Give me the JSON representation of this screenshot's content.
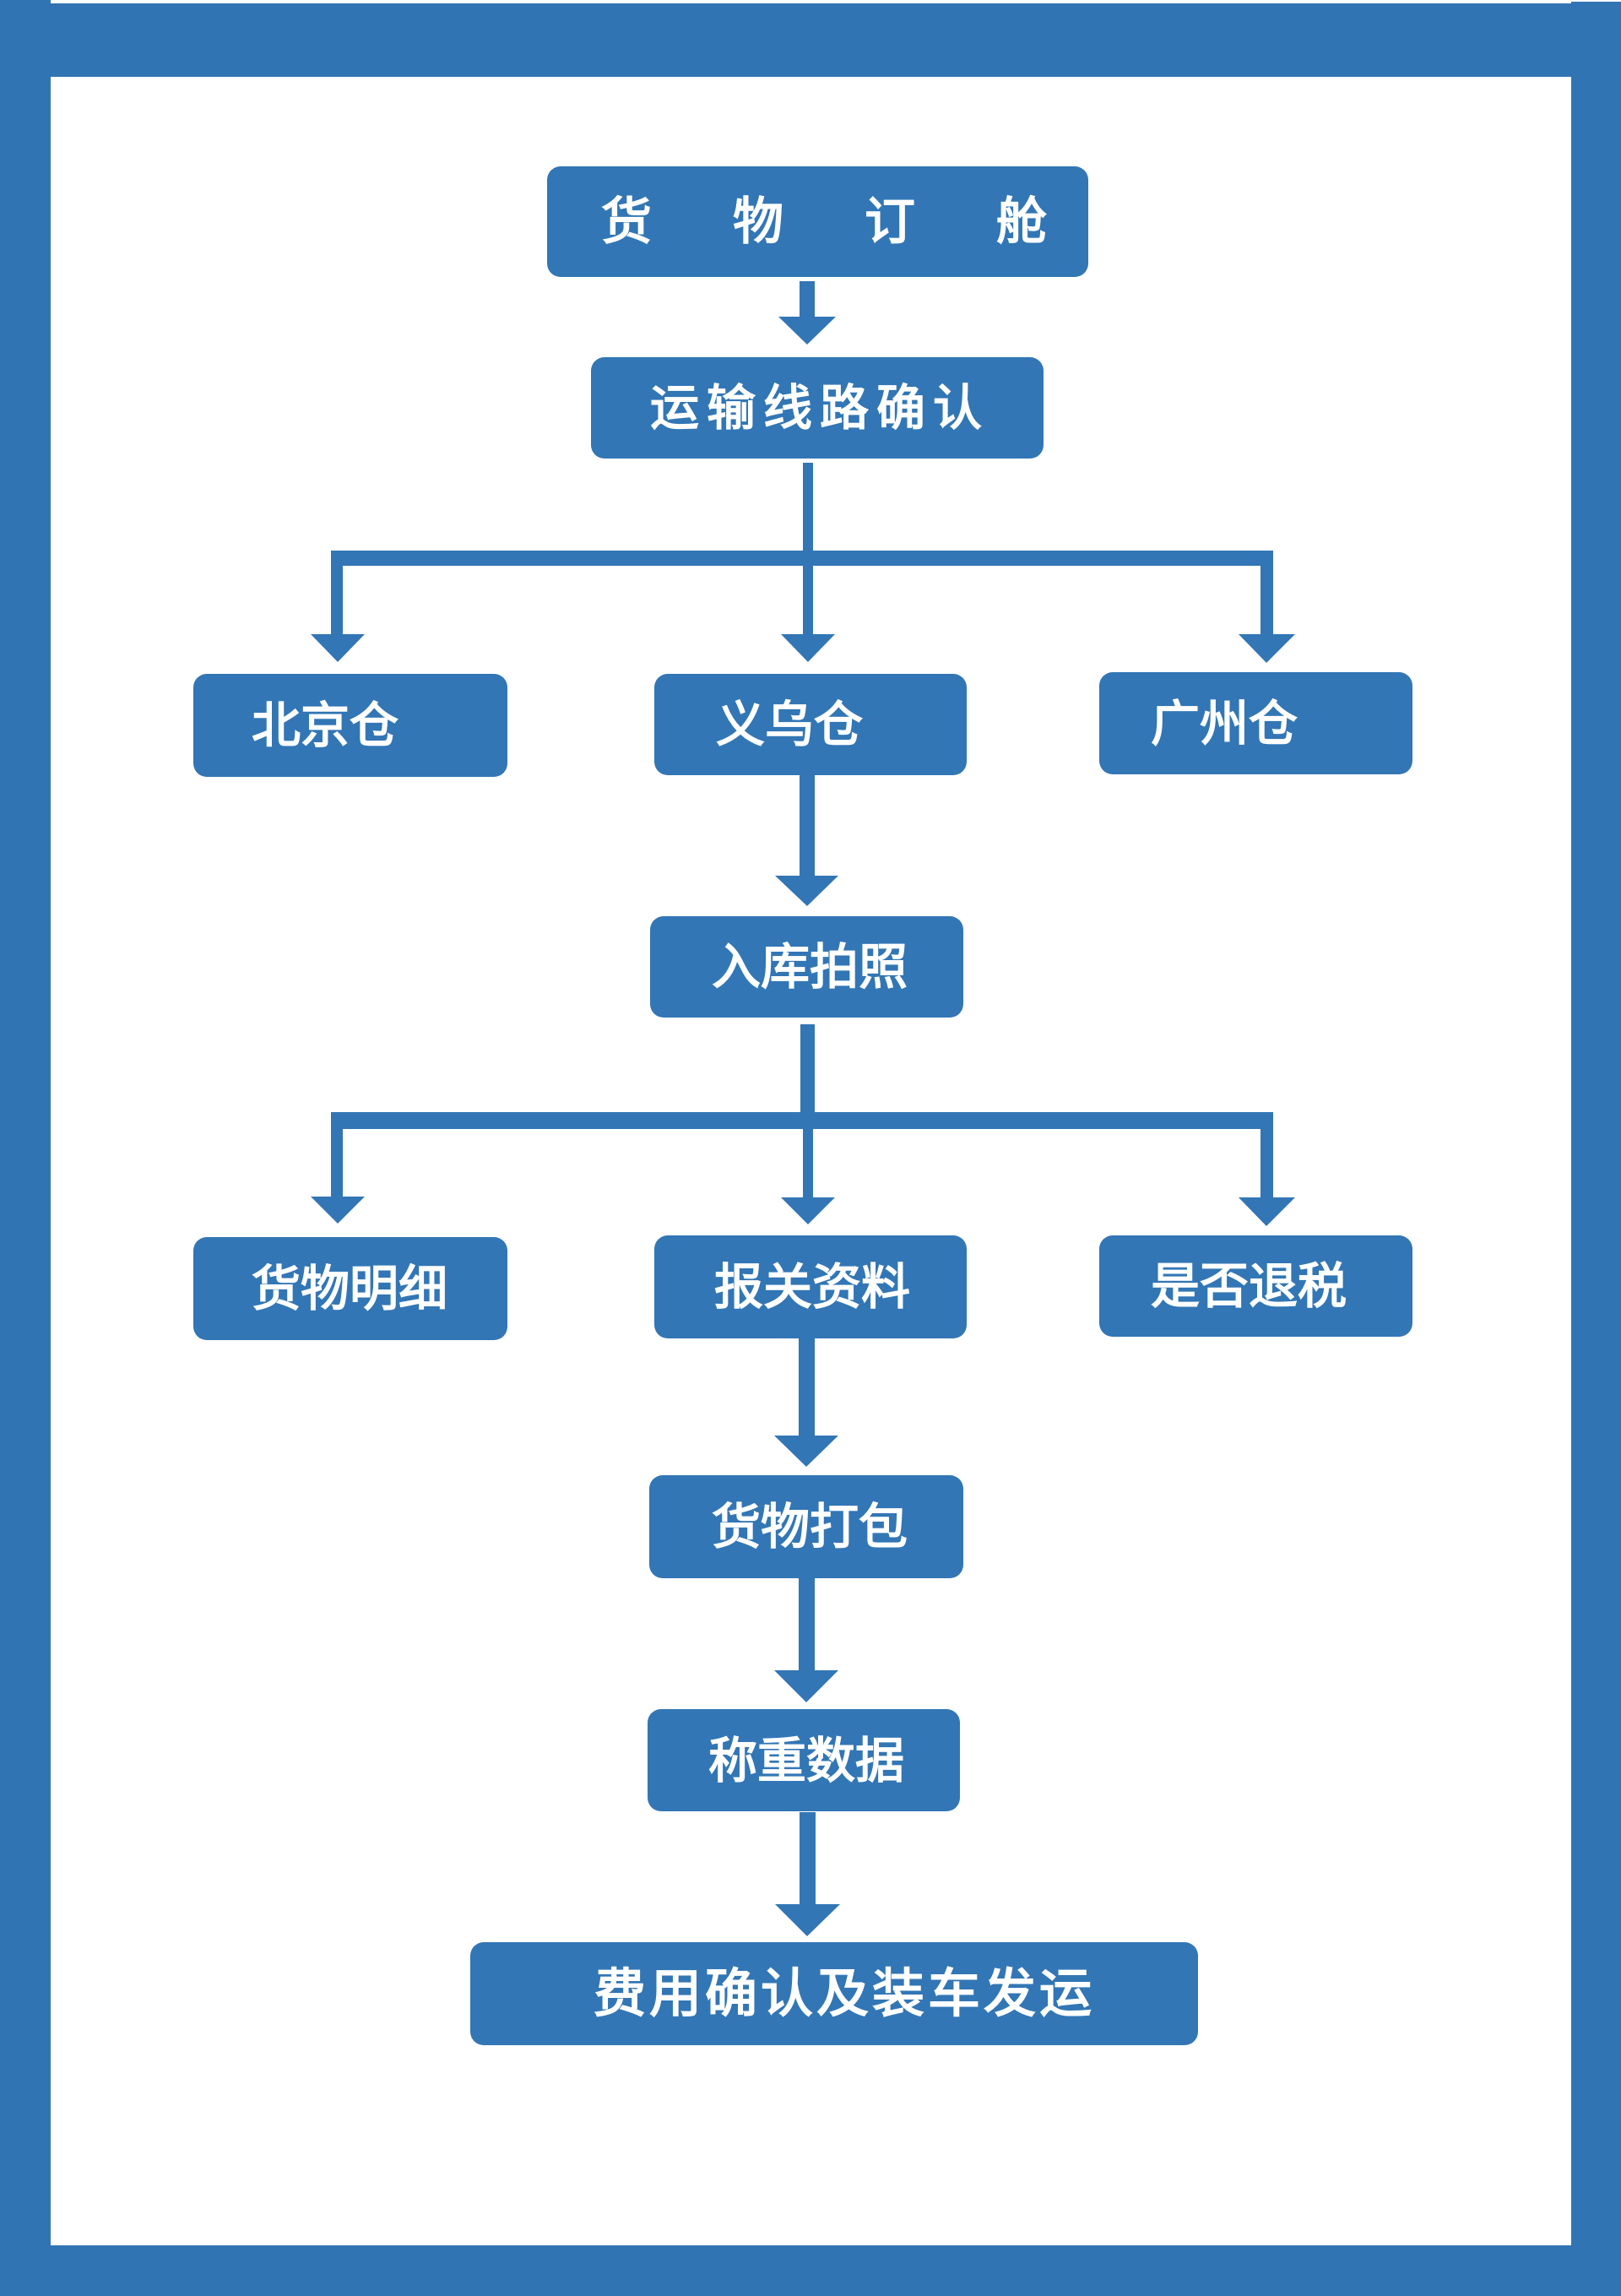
{
  "colors": {
    "frame": "#3174b4",
    "node_fill": "#3276b5",
    "node_text": "#ffffff",
    "connector": "#3276b5",
    "background": "#ffffff"
  },
  "flowchart": {
    "nodes": {
      "cargo_booking": {
        "label": "货物订舱"
      },
      "route_confirmation": {
        "label": "运输线路确认"
      },
      "beijing_warehouse": {
        "label": "北京仓"
      },
      "yiwu_warehouse": {
        "label": "义乌仓"
      },
      "guangzhou_warehouse": {
        "label": "广州仓"
      },
      "inbound_photos": {
        "label": "入库拍照"
      },
      "cargo_details": {
        "label": "货物明细"
      },
      "customs_documents": {
        "label": "报关资料"
      },
      "tax_refund_check": {
        "label": "是否退税"
      },
      "cargo_packing": {
        "label": "货物打包"
      },
      "weighing_data": {
        "label": "称重数据"
      },
      "fee_confirmation_dispatch": {
        "label": "费用确认及装车发运"
      }
    },
    "edges": [
      {
        "from": "cargo_booking",
        "to": "route_confirmation"
      },
      {
        "from": "route_confirmation",
        "to": "beijing_warehouse"
      },
      {
        "from": "route_confirmation",
        "to": "yiwu_warehouse"
      },
      {
        "from": "route_confirmation",
        "to": "guangzhou_warehouse"
      },
      {
        "from": "yiwu_warehouse",
        "to": "inbound_photos"
      },
      {
        "from": "inbound_photos",
        "to": "cargo_details"
      },
      {
        "from": "inbound_photos",
        "to": "customs_documents"
      },
      {
        "from": "inbound_photos",
        "to": "tax_refund_check"
      },
      {
        "from": "customs_documents",
        "to": "cargo_packing"
      },
      {
        "from": "cargo_packing",
        "to": "weighing_data"
      },
      {
        "from": "weighing_data",
        "to": "fee_confirmation_dispatch"
      }
    ]
  }
}
